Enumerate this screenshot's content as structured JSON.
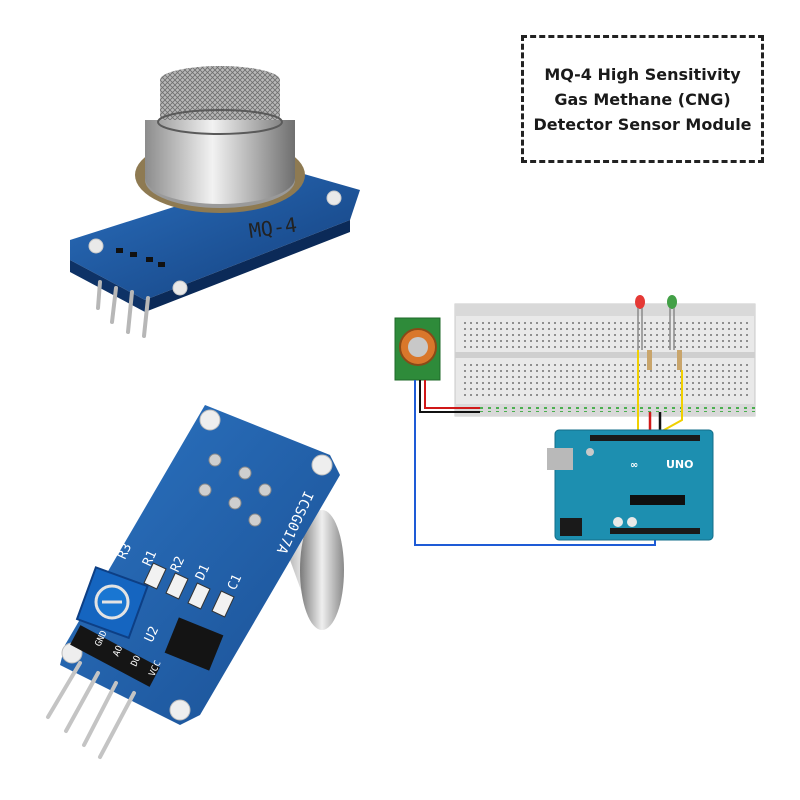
{
  "title": {
    "lines": [
      "MQ-4 High Sensitivity",
      "Gas Methane (CNG)",
      "Detector Sensor Module"
    ]
  },
  "front_module": {
    "sensor_marking": "MQ-4"
  },
  "back_module": {
    "chip_marking": "ICSG017A",
    "labels": {
      "r3": "R3",
      "r1": "R1",
      "r2": "R2",
      "d1": "D1",
      "c1": "C1",
      "u2": "U2",
      "vcc": "VCC",
      "do": "DO",
      "ao": "AO",
      "gnd": "GND"
    }
  },
  "circuit": {
    "board_name": "UNO",
    "led_colors": {
      "red": "#e53935",
      "green": "#43a047"
    },
    "wire_colors": {
      "blue": "#1e5bd6",
      "red": "#d01818",
      "black": "#111111",
      "yellow": "#f0d000"
    }
  },
  "colors": {
    "pcb": "#1f5ea8",
    "pcb_dark": "#123f78",
    "arduino": "#1d8fb0",
    "breadboard": "#e9e9e9"
  }
}
